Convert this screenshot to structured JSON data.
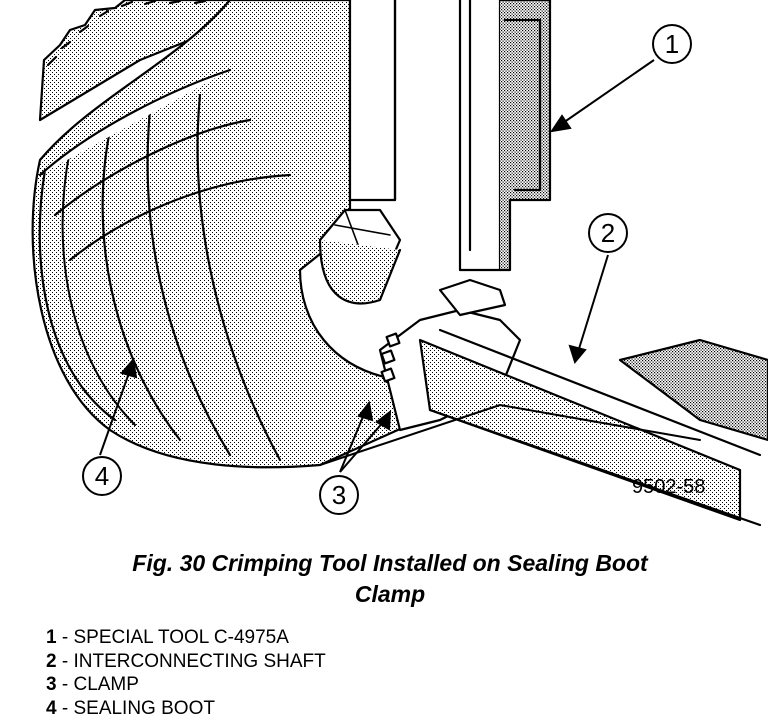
{
  "figure": {
    "code": "9502-58",
    "caption_line1": "Fig. 30 Crimping Tool Installed on Sealing Boot",
    "caption_line2": "Clamp"
  },
  "callouts": [
    {
      "num": "1"
    },
    {
      "num": "2"
    },
    {
      "num": "3"
    },
    {
      "num": "4"
    }
  ],
  "legend": [
    {
      "num": "1",
      "sep": " - ",
      "label": "SPECIAL TOOL C-4975A"
    },
    {
      "num": "2",
      "sep": " - ",
      "label": "INTERCONNECTING SHAFT"
    },
    {
      "num": "3",
      "sep": " - ",
      "label": "CLAMP"
    },
    {
      "num": "4",
      "sep": " - ",
      "label": "SEALING BOOT"
    }
  ]
}
